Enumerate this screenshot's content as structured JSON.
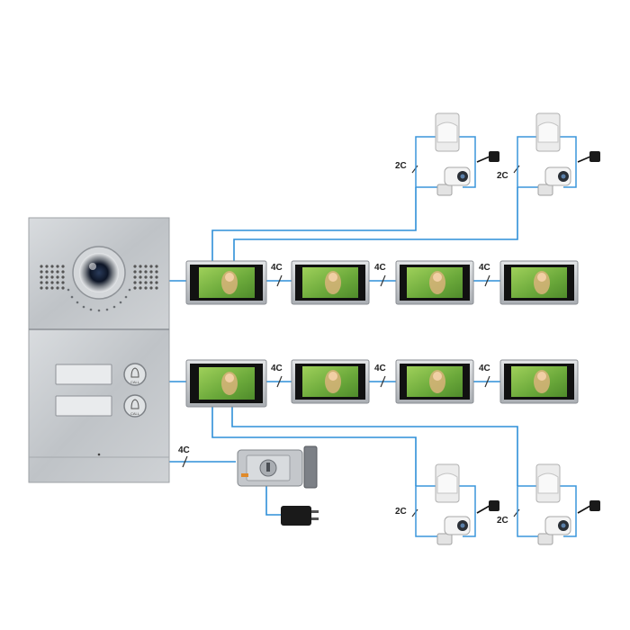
{
  "wire_labels": {
    "monitor_link": "4C",
    "lock_link": "4C",
    "sensor_link": "2C"
  },
  "door_station": {
    "call_button_text": "CALL",
    "call_button_count": 2
  },
  "monitor_rows": [
    {
      "row": 1,
      "monitor_count": 4
    },
    {
      "row": 2,
      "monitor_count": 4
    }
  ],
  "sensor_groups": [
    {
      "group": "top-left",
      "devices": [
        "motion-sensor",
        "security-camera",
        "power-adapter"
      ]
    },
    {
      "group": "top-right",
      "devices": [
        "motion-sensor",
        "security-camera",
        "power-adapter"
      ]
    },
    {
      "group": "bottom-left",
      "devices": [
        "motion-sensor",
        "security-camera",
        "power-adapter"
      ]
    },
    {
      "group": "bottom-right",
      "devices": [
        "motion-sensor",
        "security-camera",
        "power-adapter"
      ]
    }
  ],
  "colors": {
    "wire": "#2f8fd8",
    "sensor_wire": "#3a96dc",
    "panel_metal": "#c8cbcf",
    "monitor_frame": "#b9bdc2",
    "screen_bezel": "#111111",
    "screen_image": "#7fbf4a"
  }
}
